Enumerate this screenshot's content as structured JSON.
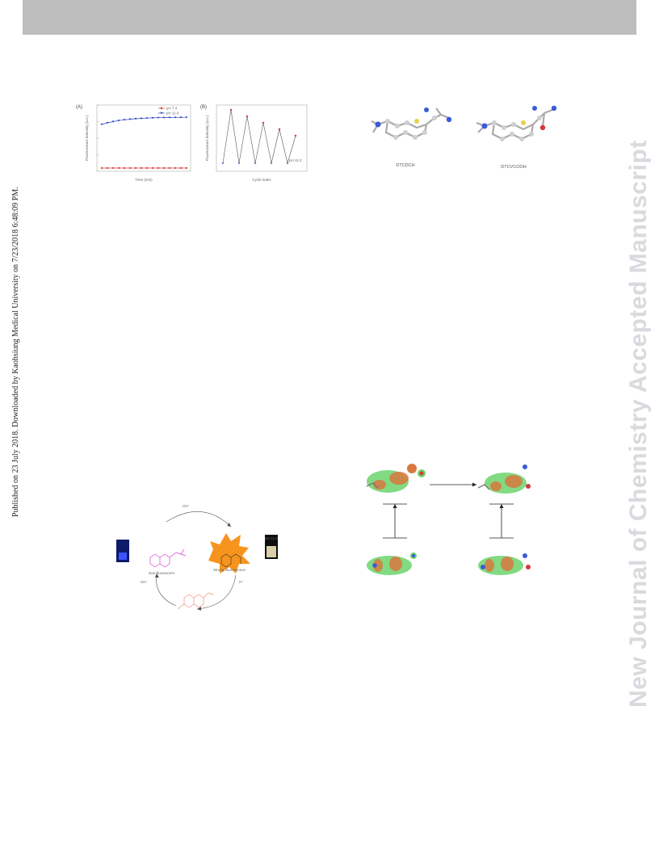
{
  "header": {
    "bar_color": "#bdbdbd"
  },
  "side_text": {
    "published": "Published on 23 July 2018. Downloaded by Kaohsiung Medical University on 7/23/2018 6:48:09 PM.",
    "watermark": "New Journal of Chemistry Accepted Manuscript",
    "watermark_color": "#d9d9df"
  },
  "figure_a": {
    "panel_label": "(A)",
    "xlabel": "Time (min)",
    "ylabel": "Fluorescence intensity (a.u.)",
    "legend": [
      "pH 7.4",
      "pH 11.0"
    ],
    "colors": [
      "#d23a3a",
      "#2a3fc0"
    ]
  },
  "figure_b": {
    "panel_label": "(B)",
    "xlabel": "Cycle index",
    "ylabel": "Fluorescence intensity (a.u.)",
    "annotation": "pH 11.0",
    "colors": [
      "#d23a3a",
      "#7a7acf"
    ]
  },
  "molecules": {
    "left_caption": "DTCDCH",
    "right_caption": "DTCVCOOH"
  },
  "scheme": {
    "top_arrow_label": "OH⁻",
    "right_arrow_label": "H⁺",
    "left_arrow_label": "OH⁻",
    "left_compound": "Non-fluorescent",
    "right_compound": "Strong fluorescence",
    "vial_label": "pH 11.0",
    "burst_color": "#f7941d",
    "magenta": "#d43fd4",
    "salmon": "#f08878"
  },
  "orbitals": {
    "green": "#6cd46c",
    "orange": "#d87840"
  }
}
